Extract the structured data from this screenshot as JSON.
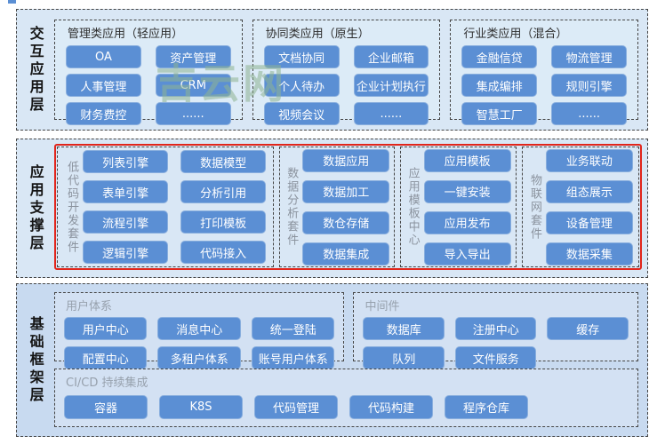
{
  "watermark": "吉云网",
  "colors": {
    "chip_blue": "#5b8fd4",
    "layer_bg_light": "#d9e7f5",
    "layer_bg_dark": "#c8daf0",
    "panel_bg": "#dcebf7",
    "highlight_red": "#e1251b",
    "watermark_green": "#8fb492"
  },
  "layers": [
    {
      "label": "交互应用层",
      "groups": [
        {
          "title": "管理类应用（轻应用）",
          "buttons": [
            "OA",
            "资产管理",
            "人事管理",
            "CRM",
            "财务费控",
            "......"
          ]
        },
        {
          "title": "协同类应用（原生）",
          "buttons": [
            "文档协同",
            "企业邮箱",
            "个人待办",
            "企业计划执行",
            "视频会议",
            "......"
          ]
        },
        {
          "title": "行业类应用（混合）",
          "buttons": [
            "金融信贷",
            "物流管理",
            "集成编排",
            "规则引擎",
            "智慧工厂",
            "......"
          ]
        }
      ]
    },
    {
      "label": "应用支撑层",
      "groups": [
        {
          "title": "低代码开发套件",
          "buttons": [
            "列表引擎",
            "数据模型",
            "表单引擎",
            "分析引用",
            "流程引擎",
            "打印模板",
            "逻辑引擎",
            "代码接入"
          ]
        },
        {
          "title": "数据分析套件",
          "buttons": [
            "数据应用",
            "数据加工",
            "数仓存储",
            "数据集成"
          ]
        },
        {
          "title": "应用模板中心",
          "buttons": [
            "应用模板",
            "一键安装",
            "应用发布",
            "导入导出"
          ]
        },
        {
          "title": "物联网套件",
          "buttons": [
            "业务联动",
            "组态展示",
            "设备管理",
            "数据采集"
          ]
        }
      ]
    },
    {
      "label": "基础框架层",
      "groups": [
        {
          "title": "用户体系",
          "buttons": [
            "用户中心",
            "消息中心",
            "统一登陆",
            "配置中心",
            "多租户体系",
            "账号用户体系"
          ]
        },
        {
          "title": "中间件",
          "buttons": [
            "数据库",
            "注册中心",
            "缓存",
            "队列",
            "文件服务"
          ]
        },
        {
          "title": "CI/CD 持续集成",
          "buttons": [
            "容器",
            "K8S",
            "代码管理",
            "代码构建",
            "程序仓库"
          ]
        }
      ]
    }
  ]
}
